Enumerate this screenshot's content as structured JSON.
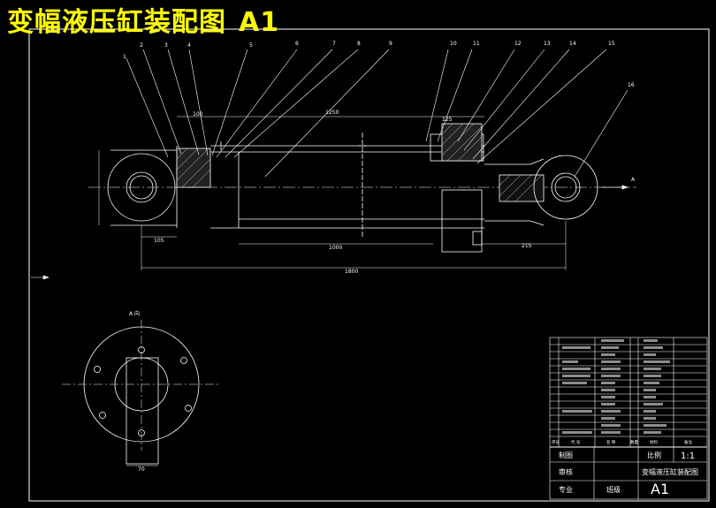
{
  "title": "变幅液压缸装配图",
  "sheet_size": "A1",
  "balloons": [
    "1",
    "2",
    "3",
    "4",
    "5",
    "6",
    "7",
    "8",
    "9",
    "10",
    "11",
    "12",
    "13",
    "14",
    "15",
    "16"
  ],
  "dimensions": {
    "stroke_top": "1250",
    "left_offset": "105",
    "stroke": "1000",
    "total_length": "1800",
    "right_offset": "215",
    "bore_top": "100",
    "nut_width": "125",
    "bottom_view_width": "70"
  },
  "view_labels": {
    "section_a": "A",
    "view_a_title": "A 向"
  },
  "title_block": {
    "scale_label": "比例",
    "scale_value": "1:1",
    "drawn_label": "制图",
    "check_label": "审核",
    "major_label": "专业",
    "class_label": "班级",
    "drawing_name": "变幅液压缸装配图",
    "sheet_size": "A1",
    "header_seq": "序号",
    "header_code": "代 号",
    "header_name": "名 称",
    "header_qty": "数量",
    "header_material": "材料",
    "header_remark": "备注"
  }
}
